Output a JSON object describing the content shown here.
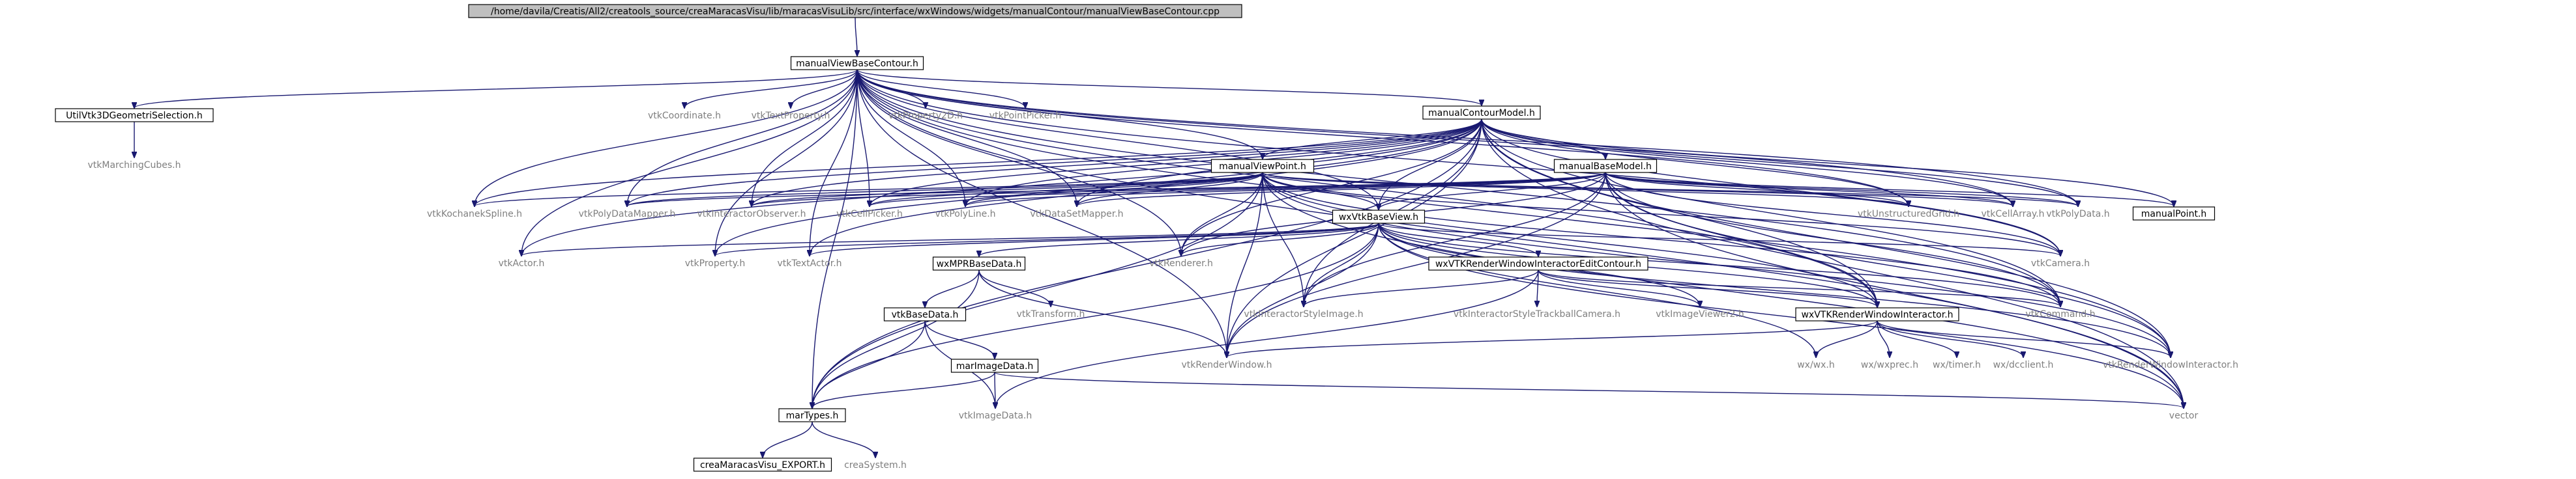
{
  "diagram": {
    "type": "include-dependency-graph",
    "colors": {
      "edge": "#191970",
      "root_fill": "#bfbfbf",
      "box_stroke": "#000000",
      "external_text": "#7f7f7f"
    },
    "nodes": [
      {
        "id": "root",
        "label": "/home/davila/Creatis/All2/creatools_source/creaMaracasVisu/lib/maracasVisuLib/src/interface/wxWindows/widgets/manualContour/manualViewBaseContour.cpp",
        "kind": "root"
      },
      {
        "id": "mvbc",
        "label": "manualViewBaseContour.h",
        "kind": "boxed"
      },
      {
        "id": "uv3d",
        "label": "UtilVtk3DGeometriSelection.h",
        "kind": "boxed"
      },
      {
        "id": "vcoord",
        "label": "vtkCoordinate.h",
        "kind": "external"
      },
      {
        "id": "vtprop",
        "label": "vtkTextProperty.h",
        "kind": "external"
      },
      {
        "id": "vp2d",
        "label": "vtkProperty2D.h",
        "kind": "external"
      },
      {
        "id": "vpp",
        "label": "vtkPointPicker.h",
        "kind": "external"
      },
      {
        "id": "mcm",
        "label": "manualContourModel.h",
        "kind": "boxed"
      },
      {
        "id": "vmc",
        "label": "vtkMarchingCubes.h",
        "kind": "external"
      },
      {
        "id": "mbm",
        "label": "manualBaseModel.h",
        "kind": "boxed"
      },
      {
        "id": "mvp",
        "label": "manualViewPoint.h",
        "kind": "boxed"
      },
      {
        "id": "vks",
        "label": "vtkKochanekSpline.h",
        "kind": "external"
      },
      {
        "id": "vpdm",
        "label": "vtkPolyDataMapper.h",
        "kind": "external"
      },
      {
        "id": "vio",
        "label": "vtkInteractorObserver.h",
        "kind": "external"
      },
      {
        "id": "vcp",
        "label": "vtkCellPicker.h",
        "kind": "external"
      },
      {
        "id": "vpl",
        "label": "vtkPolyLine.h",
        "kind": "external"
      },
      {
        "id": "vdsm",
        "label": "vtkDataSetMapper.h",
        "kind": "external"
      },
      {
        "id": "wxvbv",
        "label": "wxVtkBaseView.h",
        "kind": "boxed"
      },
      {
        "id": "vug",
        "label": "vtkUnstructuredGrid.h",
        "kind": "external"
      },
      {
        "id": "vca",
        "label": "vtkCellArray.h",
        "kind": "external"
      },
      {
        "id": "vpd",
        "label": "vtkPolyData.h",
        "kind": "external"
      },
      {
        "id": "mpt",
        "label": "manualPoint.h",
        "kind": "boxed"
      },
      {
        "id": "vactor",
        "label": "vtkActor.h",
        "kind": "external"
      },
      {
        "id": "vprop",
        "label": "vtkProperty.h",
        "kind": "external"
      },
      {
        "id": "vta",
        "label": "vtkTextActor.h",
        "kind": "external"
      },
      {
        "id": "wxmpr",
        "label": "wxMPRBaseData.h",
        "kind": "boxed"
      },
      {
        "id": "vren",
        "label": "vtkRenderer.h",
        "kind": "external"
      },
      {
        "id": "wxvrwie",
        "label": "wxVTKRenderWindowInteractorEditContour.h",
        "kind": "boxed"
      },
      {
        "id": "vcam",
        "label": "vtkCamera.h",
        "kind": "external"
      },
      {
        "id": "vtrans",
        "label": "vtkTransform.h",
        "kind": "external"
      },
      {
        "id": "visi",
        "label": "vtkInteractorStyleImage.h",
        "kind": "external"
      },
      {
        "id": "vistc",
        "label": "vtkInteractorStyleTrackballCamera.h",
        "kind": "external"
      },
      {
        "id": "viv2",
        "label": "vtkImageViewer2.h",
        "kind": "external"
      },
      {
        "id": "vcmd",
        "label": "vtkCommand.h",
        "kind": "external"
      },
      {
        "id": "vbd",
        "label": "vtkBaseData.h",
        "kind": "boxed"
      },
      {
        "id": "wxvrwi",
        "label": "wxVTKRenderWindowInteractor.h",
        "kind": "boxed"
      },
      {
        "id": "vrw",
        "label": "vtkRenderWindow.h",
        "kind": "external"
      },
      {
        "id": "wxwx",
        "label": "wx/wx.h",
        "kind": "external"
      },
      {
        "id": "wxprec",
        "label": "wx/wxprec.h",
        "kind": "external"
      },
      {
        "id": "wxtimer",
        "label": "wx/timer.h",
        "kind": "external"
      },
      {
        "id": "wxdc",
        "label": "wx/dcclient.h",
        "kind": "external"
      },
      {
        "id": "vrwi",
        "label": "vtkRenderWindowInteractor.h",
        "kind": "external"
      },
      {
        "id": "mid",
        "label": "marImageData.h",
        "kind": "boxed"
      },
      {
        "id": "mt",
        "label": "marTypes.h",
        "kind": "boxed"
      },
      {
        "id": "vid",
        "label": "vtkImageData.h",
        "kind": "external"
      },
      {
        "id": "vec",
        "label": "vector",
        "kind": "external"
      },
      {
        "id": "cmve",
        "label": "creaMaracasVisu_EXPORT.h",
        "kind": "boxed"
      },
      {
        "id": "csys",
        "label": "creaSystem.h",
        "kind": "external"
      }
    ],
    "edges": [
      [
        "root",
        "mvbc"
      ],
      [
        "mvbc",
        "uv3d"
      ],
      [
        "mvbc",
        "vcoord"
      ],
      [
        "mvbc",
        "vtprop"
      ],
      [
        "mvbc",
        "vp2d"
      ],
      [
        "mvbc",
        "vpp"
      ],
      [
        "mvbc",
        "mcm"
      ],
      [
        "mvbc",
        "mvp"
      ],
      [
        "mvbc",
        "wxvbv"
      ],
      [
        "mvbc",
        "vks"
      ],
      [
        "mvbc",
        "vpdm"
      ],
      [
        "mvbc",
        "vio"
      ],
      [
        "mvbc",
        "vcp"
      ],
      [
        "mvbc",
        "vpl"
      ],
      [
        "mvbc",
        "vdsm"
      ],
      [
        "mvbc",
        "vug"
      ],
      [
        "mvbc",
        "vca"
      ],
      [
        "mvbc",
        "vpd"
      ],
      [
        "mvbc",
        "vactor"
      ],
      [
        "mvbc",
        "vprop"
      ],
      [
        "mvbc",
        "vta"
      ],
      [
        "mvbc",
        "vren"
      ],
      [
        "mvbc",
        "vcam"
      ],
      [
        "mvbc",
        "vcmd"
      ],
      [
        "mvbc",
        "wxvrwi"
      ],
      [
        "mvbc",
        "vrwi"
      ],
      [
        "mvbc",
        "vec"
      ],
      [
        "mvbc",
        "mt"
      ],
      [
        "mvbc",
        "vrw"
      ],
      [
        "uv3d",
        "vmc"
      ],
      [
        "mcm",
        "mbm"
      ],
      [
        "mcm",
        "mvp"
      ],
      [
        "mcm",
        "vks"
      ],
      [
        "mcm",
        "vpdm"
      ],
      [
        "mcm",
        "vio"
      ],
      [
        "mcm",
        "vcp"
      ],
      [
        "mcm",
        "vpl"
      ],
      [
        "mcm",
        "vdsm"
      ],
      [
        "mcm",
        "wxvbv"
      ],
      [
        "mcm",
        "vug"
      ],
      [
        "mcm",
        "vca"
      ],
      [
        "mcm",
        "vpd"
      ],
      [
        "mcm",
        "mpt"
      ],
      [
        "mcm",
        "vactor"
      ],
      [
        "mcm",
        "vprop"
      ],
      [
        "mcm",
        "vta"
      ],
      [
        "mcm",
        "vren"
      ],
      [
        "mcm",
        "vcam"
      ],
      [
        "mcm",
        "vcmd"
      ],
      [
        "mcm",
        "wxvrwi"
      ],
      [
        "mcm",
        "vrwi"
      ],
      [
        "mcm",
        "vec"
      ],
      [
        "mcm",
        "mt"
      ],
      [
        "mcm",
        "visi"
      ],
      [
        "mcm",
        "vrw"
      ],
      [
        "mbm",
        "mpt"
      ],
      [
        "mbm",
        "vpdm"
      ],
      [
        "mbm",
        "vio"
      ],
      [
        "mbm",
        "vcp"
      ],
      [
        "mbm",
        "vpl"
      ],
      [
        "mbm",
        "vdsm"
      ],
      [
        "mbm",
        "vug"
      ],
      [
        "mbm",
        "vca"
      ],
      [
        "mbm",
        "vpd"
      ],
      [
        "mbm",
        "wxvbv"
      ],
      [
        "mbm",
        "vren"
      ],
      [
        "mbm",
        "vcam"
      ],
      [
        "mbm",
        "vcmd"
      ],
      [
        "mbm",
        "wxvrwi"
      ],
      [
        "mbm",
        "vrwi"
      ],
      [
        "mbm",
        "visi"
      ],
      [
        "mbm",
        "vrw"
      ],
      [
        "mbm",
        "vec"
      ],
      [
        "mvp",
        "vpdm"
      ],
      [
        "mvp",
        "vio"
      ],
      [
        "mvp",
        "vcp"
      ],
      [
        "mvp",
        "vpl"
      ],
      [
        "mvp",
        "vdsm"
      ],
      [
        "mvp",
        "wxvbv"
      ],
      [
        "mvp",
        "vug"
      ],
      [
        "mvp",
        "vca"
      ],
      [
        "mvp",
        "vpd"
      ],
      [
        "mvp",
        "vren"
      ],
      [
        "mvp",
        "vcam"
      ],
      [
        "mvp",
        "vcmd"
      ],
      [
        "mvp",
        "wxvrwi"
      ],
      [
        "mvp",
        "vrwi"
      ],
      [
        "mvp",
        "visi"
      ],
      [
        "mvp",
        "vrw"
      ],
      [
        "mvp",
        "mt"
      ],
      [
        "mvp",
        "vec"
      ],
      [
        "mvp",
        "vks"
      ],
      [
        "wxvbv",
        "wxmpr"
      ],
      [
        "wxvbv",
        "wxvrwie"
      ],
      [
        "wxvbv",
        "vren"
      ],
      [
        "wxvbv",
        "vcam"
      ],
      [
        "wxvbv",
        "vactor"
      ],
      [
        "wxvbv",
        "vprop"
      ],
      [
        "wxvbv",
        "vta"
      ],
      [
        "wxvbv",
        "visi"
      ],
      [
        "wxvbv",
        "viv2"
      ],
      [
        "wxvbv",
        "vcmd"
      ],
      [
        "wxvbv",
        "wxvrwi"
      ],
      [
        "wxvbv",
        "wxwx"
      ],
      [
        "wxvbv",
        "vrw"
      ],
      [
        "wxvbv",
        "vrwi"
      ],
      [
        "wxvbv",
        "vec"
      ],
      [
        "wxvbv",
        "mt"
      ],
      [
        "wxmpr",
        "vbd"
      ],
      [
        "wxmpr",
        "vtrans"
      ],
      [
        "wxmpr",
        "mt"
      ],
      [
        "wxmpr",
        "vrw"
      ],
      [
        "wxvrwie",
        "vistc"
      ],
      [
        "wxvrwie",
        "viv2"
      ],
      [
        "wxvrwie",
        "vcmd"
      ],
      [
        "wxvrwie",
        "wxvrwi"
      ],
      [
        "wxvrwie",
        "visi"
      ],
      [
        "wxvrwie",
        "vid"
      ],
      [
        "vbd",
        "mid"
      ],
      [
        "vbd",
        "mt"
      ],
      [
        "vbd",
        "vid"
      ],
      [
        "wxvrwi",
        "wxwx"
      ],
      [
        "wxvrwi",
        "wxprec"
      ],
      [
        "wxvrwi",
        "wxtimer"
      ],
      [
        "wxvrwi",
        "wxdc"
      ],
      [
        "wxvrwi",
        "vrwi"
      ],
      [
        "wxvrwi",
        "vrw"
      ],
      [
        "mid",
        "mt"
      ],
      [
        "mid",
        "vid"
      ],
      [
        "mid",
        "vec"
      ],
      [
        "mt",
        "cmve"
      ],
      [
        "mt",
        "csys"
      ]
    ]
  }
}
